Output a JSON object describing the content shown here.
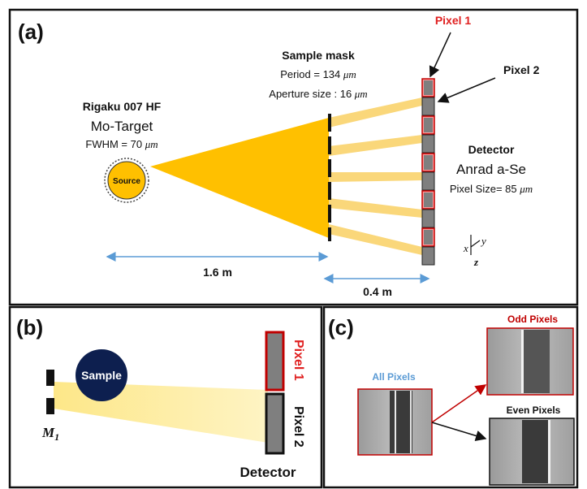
{
  "panel_a": {
    "label": "(a)",
    "source": {
      "name": "Rigaku 007 HF",
      "target": "Mo-Target",
      "fwhm_prefix": "FWHM = 70 ",
      "fwhm_unit": "μm",
      "bubble_label": "Source"
    },
    "mask": {
      "title": "Sample mask",
      "period_prefix": "Period = 134 ",
      "period_unit": "μm",
      "aperture_prefix": "Aperture size : 16 ",
      "aperture_unit": "μm"
    },
    "pixel1_label": "Pixel 1",
    "pixel2_label": "Pixel 2",
    "detector": {
      "title": "Detector",
      "model": "Anrad a-Se",
      "pixel_size_prefix": "Pixel Size= 85 ",
      "pixel_size_unit": "μm"
    },
    "distance_1": "1.6 m",
    "distance_2": "0.4 m",
    "axes": {
      "x": "x",
      "y": "y",
      "z": "z"
    }
  },
  "panel_b": {
    "label": "(b)",
    "sample_label": "Sample",
    "mask_label": "M",
    "mask_subscript": "1",
    "pixel1_label": "Pixel 1",
    "pixel2_label": "Pixel 2",
    "detector_label": "Detector"
  },
  "panel_c": {
    "label": "(c)",
    "all_pixels": "All Pixels",
    "odd_pixels": "Odd Pixels",
    "even_pixels": "Even Pixels"
  },
  "colors": {
    "beam": "#FFC000",
    "beam_light": "#FAD77A",
    "beam_faint": "#FDEB95",
    "pixel1_red": "#E02020",
    "all_pixels_blue": "#5B9BD5",
    "sample_navy": "#0D1F4F",
    "arrow_blue": "#5B9BD5",
    "pixel_gray": "#7F7F7F"
  }
}
